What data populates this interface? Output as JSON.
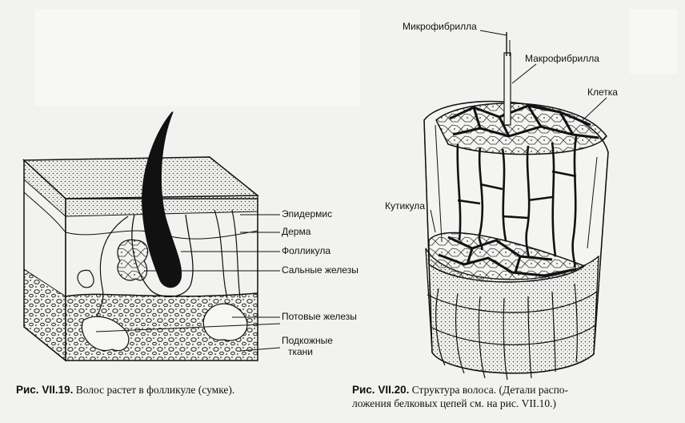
{
  "figure_left": {
    "labels": {
      "epidermis": "Эпидермис",
      "dermis": "Дерма",
      "follicle": "Фолликула",
      "sebaceous": "Сальные железы",
      "sweat": "Потовые железы",
      "subcut_1": "Подкожные",
      "subcut_2": "ткани"
    },
    "caption_num": "Рис. VII.19.",
    "caption_text": " Волос растет в фолликуле (сумке)."
  },
  "figure_right": {
    "labels": {
      "microfibril": "Микрофибрилла",
      "macrofibril": "Макрофибрилла",
      "cell": "Клетка",
      "cuticle": "Кутикула"
    },
    "caption_num": "Рис. VII.20.",
    "caption_line1": " Структура волоса. (Детали распо-",
    "caption_line2": "ложения белковых цепей см. на рис. VII.10.)"
  }
}
